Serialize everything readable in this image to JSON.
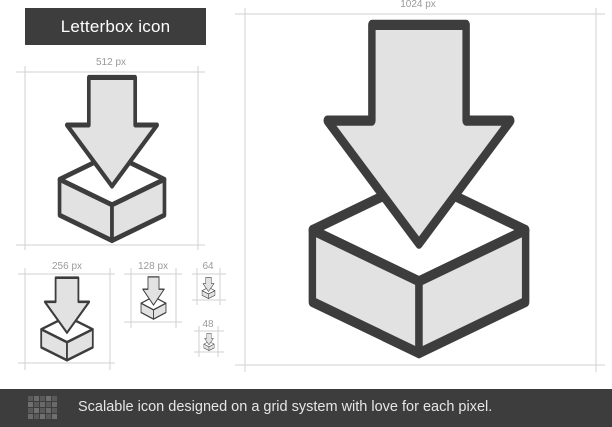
{
  "title": "Letterbox icon",
  "sizes": {
    "s1024": "1024 px",
    "s512": "512 px",
    "s256": "256 px",
    "s128": "128 px",
    "s64": "64",
    "s48": "48"
  },
  "footer": {
    "text": "Scalable icon designed on a grid system with love for each pixel."
  },
  "colors": {
    "dark": "#3d3d3d",
    "fill": "#e2e2e2",
    "guide": "#cfcfcf"
  }
}
